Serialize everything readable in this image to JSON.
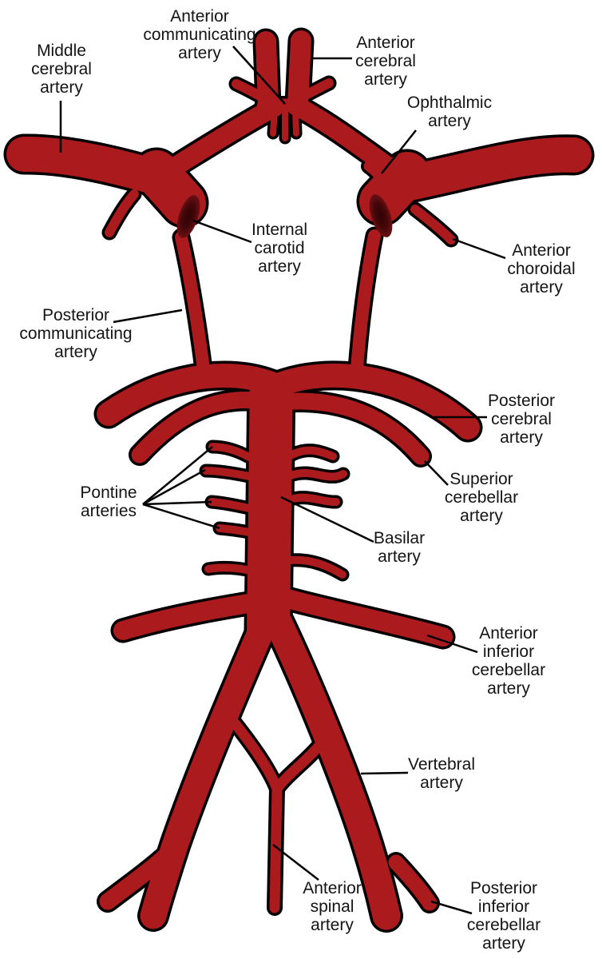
{
  "figure": {
    "type": "anatomical-diagram"
  },
  "colors": {
    "artery": "#AB1A1D",
    "outline": "#000000",
    "label": "#141414",
    "cut_face_center": "#300305",
    "cut_face_edge": "#6B1113",
    "background": "#FFFFFF"
  },
  "labels": {
    "middle_cerebral": "Middle\ncerebral\nartery",
    "anterior_communicating": "Anterior\ncommunicating\nartery",
    "anterior_cerebral": "Anterior\ncerebral\nartery",
    "ophthalmic": "Ophthalmic\nartery",
    "internal_carotid": "Internal\ncarotid\nartery",
    "anterior_choroidal": "Anterior\nchoroidal\nartery",
    "posterior_communicating": "Posterior\ncommunicating\nartery",
    "posterior_cerebral": "Posterior\ncerebral\nartery",
    "superior_cerebellar": "Superior\ncerebellar\nartery",
    "pontine": "Pontine\narteries",
    "basilar": "Basilar\nartery",
    "anterior_inferior_cerebellar": "Anterior\ninferior\ncerebellar\nartery",
    "vertebral": "Vertebral\nartery",
    "anterior_spinal": "Anterior\nspinal\nartery",
    "posterior_inferior_cerebellar": "Posterior\ninferior\ncerebellar\nartery"
  }
}
